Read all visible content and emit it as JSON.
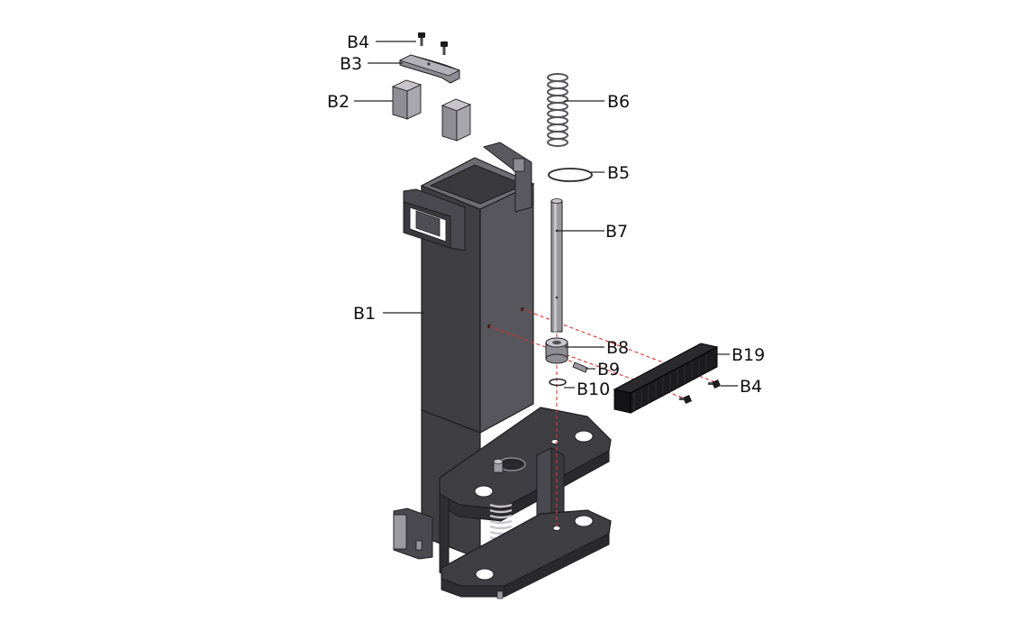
{
  "diagram": {
    "labels": {
      "b1": "B1",
      "b2": "B2",
      "b3": "B3",
      "b4_top": "B4",
      "b4_right": "B4",
      "b5": "B5",
      "b6": "B6",
      "b7": "B7",
      "b8": "B8",
      "b9": "B9",
      "b10": "B10",
      "b19": "B19"
    },
    "colors": {
      "frame_dark": "#3f3e42",
      "frame_mid": "#57565c",
      "frame_light": "#6e6d74",
      "part_gray": "#9c9aa1",
      "part_light": "#c7c5cb",
      "pad_black": "#1c1c1e",
      "assembly_line": "#e0322e"
    }
  }
}
